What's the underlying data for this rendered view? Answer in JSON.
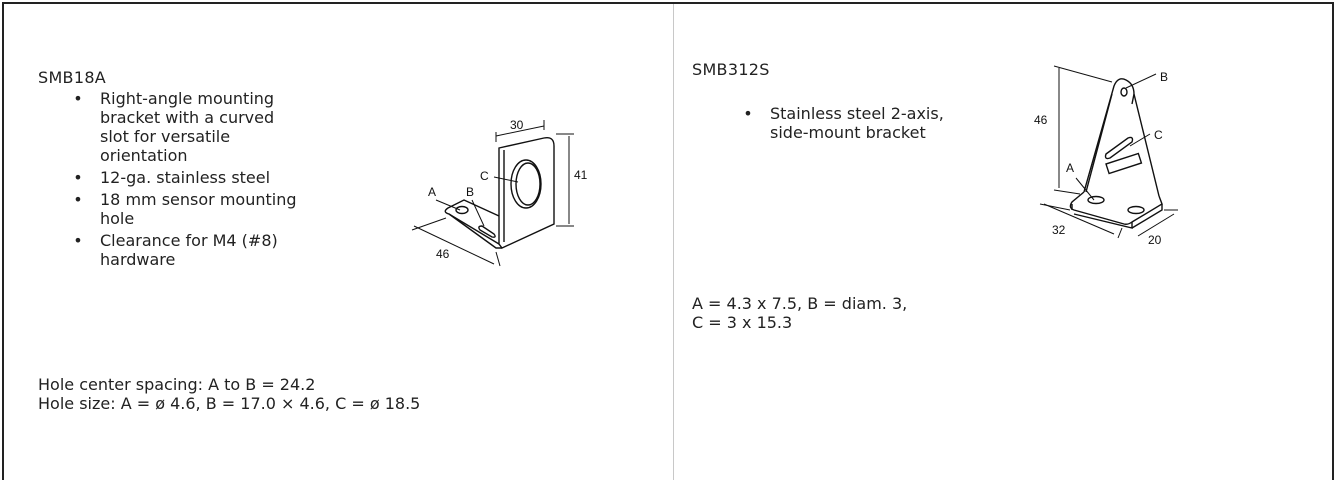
{
  "left": {
    "title": "SMB18A",
    "bullets": [
      "Right-angle mounting bracket with a curved slot for versatile orientation",
      "12-ga. stainless steel",
      "18 mm sensor mounting hole",
      "Clearance for M4 (#8) hardware"
    ],
    "note_line1": "Hole center spacing: A to B = 24.2",
    "note_line2": "Hole size: A = ø 4.6, B = 17.0 × 4.6, C = ø 18.5",
    "drawing": {
      "dim_top": "30",
      "dim_right": "41",
      "dim_bottom": "46",
      "label_a": "A",
      "label_b": "B",
      "label_c": "C"
    }
  },
  "right": {
    "title": "SMB312S",
    "bullets": [
      "Stainless steel 2-axis, side-mount bracket"
    ],
    "note_line1": "A = 4.3 x 7.5, B = diam. 3,",
    "note_line2": "C = 3 x 15.3",
    "drawing": {
      "dim_left": "46",
      "dim_bottom_left": "32",
      "dim_bottom_right": "20",
      "label_a": "A",
      "label_b": "B",
      "label_c": "C"
    }
  },
  "bullet_glyph": "•"
}
